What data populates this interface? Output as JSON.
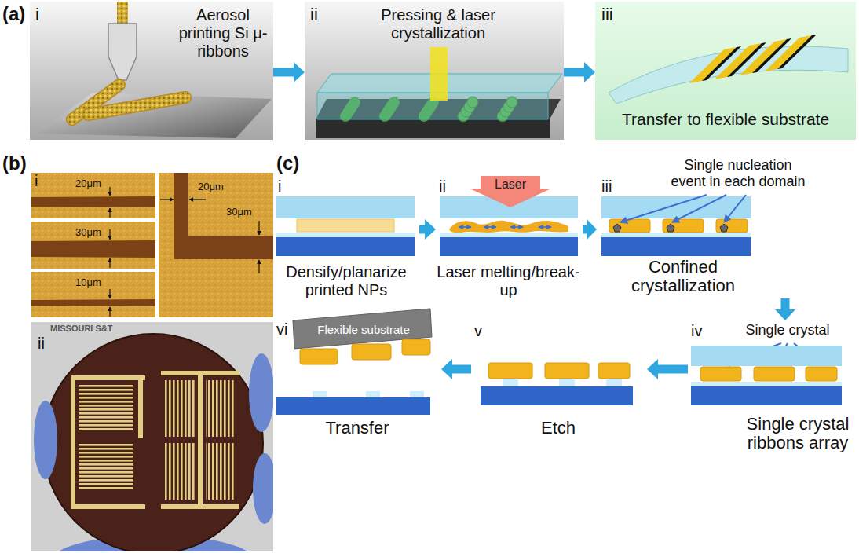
{
  "diagram": {
    "nodes": [
      {
        "text": [
          "i",
          "Aerosol printing Si μ-ribbons"
        ]
      },
      {
        "text": [
          "ii",
          "Pressing & laser crystallization"
        ]
      },
      {
        "text": [
          "iii",
          "Transfer to flexible substrate"
        ]
      },
      {
        "text": [
          "i"
        ]
      },
      {
        "text": [
          "ii"
        ]
      },
      {
        "text": [
          "i",
          "Densify/planarize printed NPs"
        ]
      },
      {
        "text": [
          "ii",
          "Laser",
          "Laser melting/break-up"
        ]
      },
      {
        "text": [
          "iii",
          "Single nucleation event in each domain",
          "Confined crystallization"
        ]
      },
      {
        "text": [
          "iv",
          "Single crystal",
          "Single crystal ribbons array"
        ]
      },
      {
        "text": [
          "v",
          "Etch"
        ]
      },
      {
        "text": [
          "vi",
          "Flexible substrate",
          "Transfer"
        ]
      }
    ],
    "edges": [
      {
        "from": 0,
        "to": 1,
        "arrow": "to"
      },
      {
        "from": 1,
        "to": 2,
        "arrow": "to"
      },
      {
        "from": 5,
        "to": 6,
        "arrow": "to"
      },
      {
        "from": 6,
        "to": 7,
        "arrow": "to"
      },
      {
        "from": 7,
        "to": 8,
        "arrow": "to"
      },
      {
        "from": 8,
        "to": 9,
        "arrow": "to"
      },
      {
        "from": 9,
        "to": 10,
        "arrow": "to"
      }
    ],
    "labels": [
      "(a)",
      "(b)",
      "(c)",
      "20μm",
      "30μm",
      "10μm",
      "20μm",
      "30μm",
      "MISSOURI S&T"
    ]
  }
}
